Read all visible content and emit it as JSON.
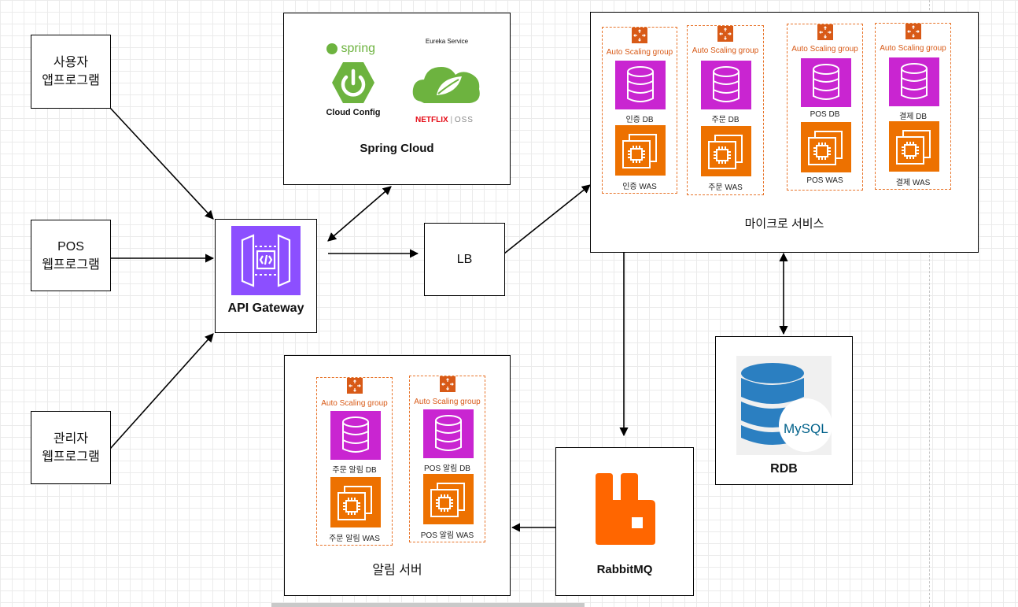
{
  "clients": {
    "user_app": "사용자\n앱프로그램",
    "pos_web": "POS\n웹프로그램",
    "admin_web": "관리자\n웹프로그램"
  },
  "gateway": {
    "label": "API Gateway",
    "color": "#8c4fff"
  },
  "lb": {
    "label": "LB"
  },
  "spring_cloud": {
    "title": "Spring Cloud",
    "spring_wordmark": "spring",
    "config_label": "Cloud Config",
    "eureka_caption": "Eureka Service",
    "netflix": "NETFLIX",
    "oss": "OSS"
  },
  "microservices": {
    "title": "마이크로 서비스",
    "groups": [
      {
        "asg": "Auto Scaling group",
        "db": "인증 DB",
        "was": "인증 WAS"
      },
      {
        "asg": "Auto Scaling group",
        "db": "주문 DB",
        "was": "주문 WAS"
      },
      {
        "asg": "Auto Scaling group",
        "db": "POS DB",
        "was": "POS WAS"
      },
      {
        "asg": "Auto Scaling group",
        "db": "결제 DB",
        "was": "결제 WAS"
      }
    ]
  },
  "notification": {
    "title": "알림 서버",
    "groups": [
      {
        "asg": "Auto Scaling group",
        "db": "주문 알림 DB",
        "was": "주문 알림 WAS"
      },
      {
        "asg": "Auto Scaling group",
        "db": "POS 알림 DB",
        "was": "POS 알림 WAS"
      }
    ]
  },
  "rdb": {
    "title": "RDB",
    "mysql": "MySQL"
  },
  "rabbitmq": {
    "title": "RabbitMQ",
    "color": "#ff6600"
  },
  "colors": {
    "db": "#c925d1",
    "was": "#ed7100",
    "asg": "#d85a17",
    "spring": "#6db33f",
    "netflix": "#e50914"
  },
  "icons": [
    "scaling-icon",
    "database-icon",
    "ec2-instance-icon",
    "api-gateway-icon",
    "spring-power-icon",
    "spring-leaf-icon",
    "mysql-icon",
    "rabbitmq-icon"
  ]
}
